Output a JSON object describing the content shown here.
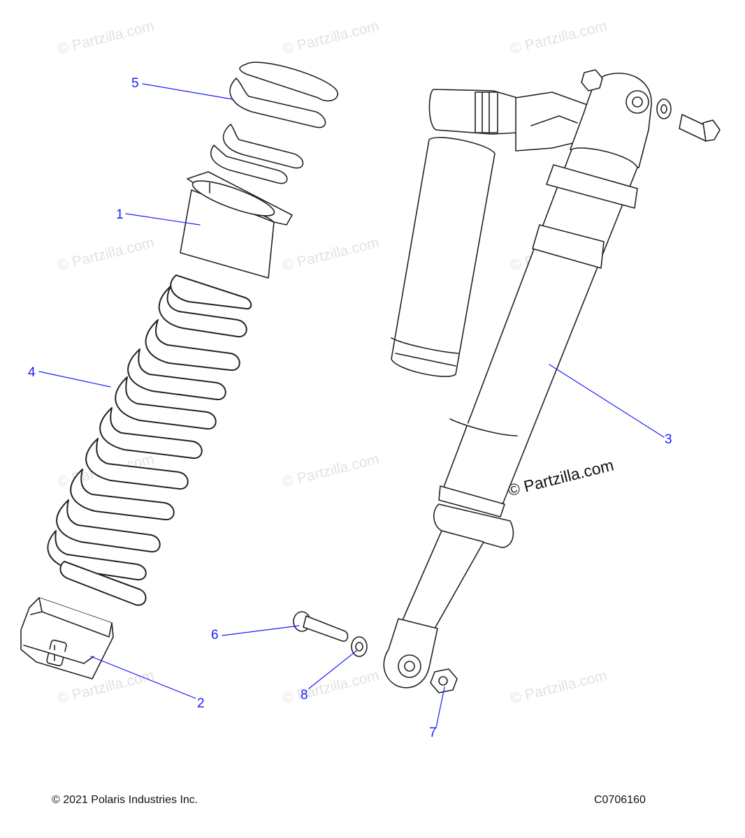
{
  "diagram": {
    "watermark_text": "© Partzilla.com",
    "stamp_text": "© Partzilla.com",
    "copyright": "© 2021 Polaris Industries Inc.",
    "diagram_code": "C0706160",
    "callouts": [
      {
        "id": "1",
        "label": "1"
      },
      {
        "id": "2",
        "label": "2"
      },
      {
        "id": "3",
        "label": "3"
      },
      {
        "id": "4",
        "label": "4"
      },
      {
        "id": "5",
        "label": "5"
      },
      {
        "id": "6",
        "label": "6"
      },
      {
        "id": "7",
        "label": "7"
      },
      {
        "id": "8",
        "label": "8"
      }
    ],
    "parts": [
      {
        "callout": "1",
        "part": "spring-coupler"
      },
      {
        "callout": "2",
        "part": "spring-retainer"
      },
      {
        "callout": "3",
        "part": "shock-absorber-assembly"
      },
      {
        "callout": "4",
        "part": "main-spring"
      },
      {
        "callout": "5",
        "part": "secondary-spring"
      },
      {
        "callout": "6",
        "part": "bolt"
      },
      {
        "callout": "7",
        "part": "nut"
      },
      {
        "callout": "8",
        "part": "washer"
      }
    ],
    "colors": {
      "callout": "#1a1aff",
      "outline": "#222222",
      "fill": "#ffffff",
      "watermark": "#e2e2e2"
    }
  }
}
